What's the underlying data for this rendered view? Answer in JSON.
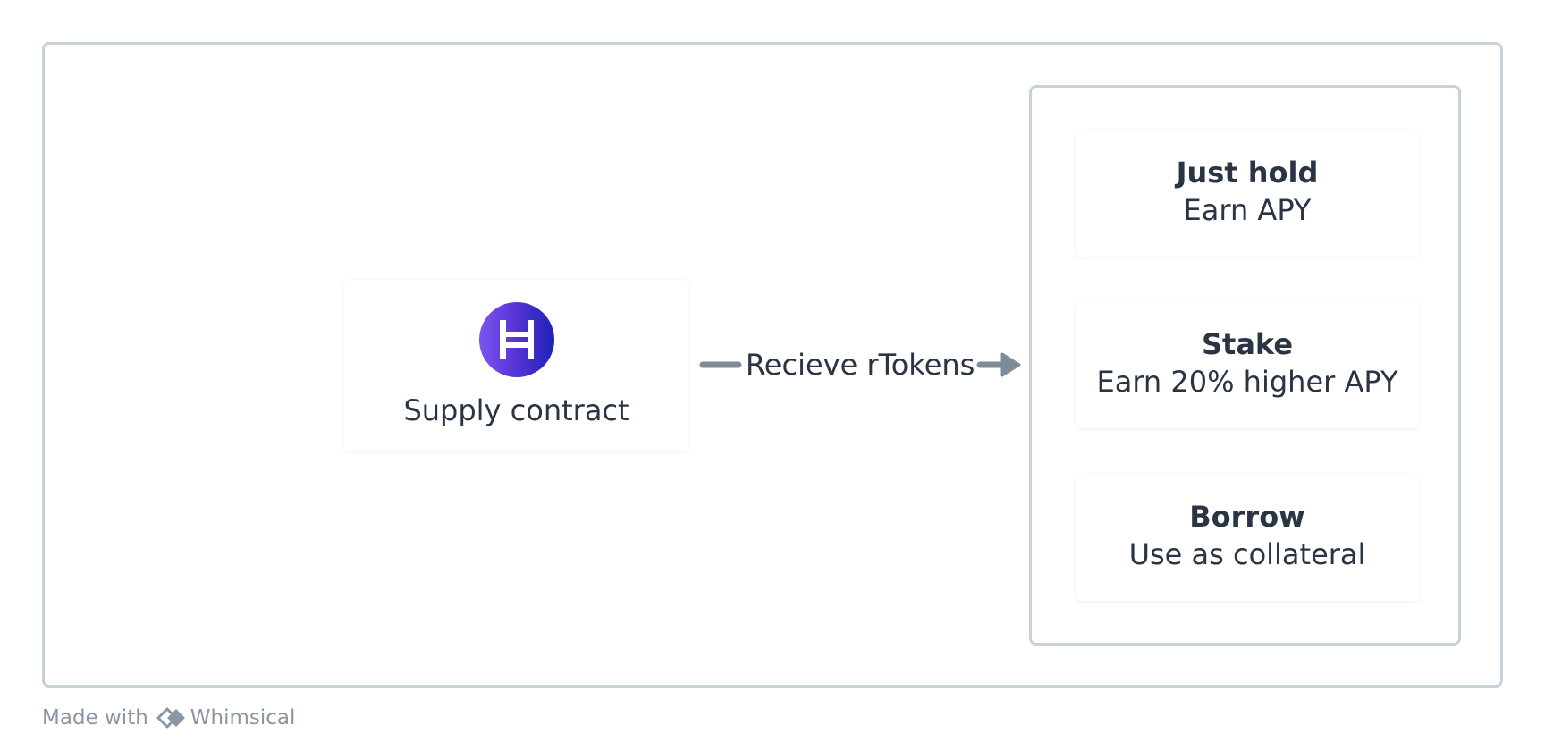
{
  "diagram": {
    "supply": {
      "label": "Supply contract"
    },
    "edge": {
      "label": "Recieve rTokens"
    },
    "options": [
      {
        "title": "Just hold",
        "subtitle": "Earn APY"
      },
      {
        "title": "Stake",
        "subtitle": "Earn 20% higher APY"
      },
      {
        "title": "Borrow",
        "subtitle": "Use as collateral"
      }
    ]
  },
  "footer": {
    "made_with": "Made with",
    "brand": "Whimsical"
  },
  "colors": {
    "border": "#c7d1da",
    "text": "#2a3543",
    "arrow": "#7f8b97",
    "logo_gradient_start": "#7c55f0",
    "logo_gradient_end": "#1d22b8"
  },
  "icons": {
    "logo": "h-logo-icon",
    "arrow": "arrow-right-icon",
    "brand": "whimsical-logo-icon"
  }
}
